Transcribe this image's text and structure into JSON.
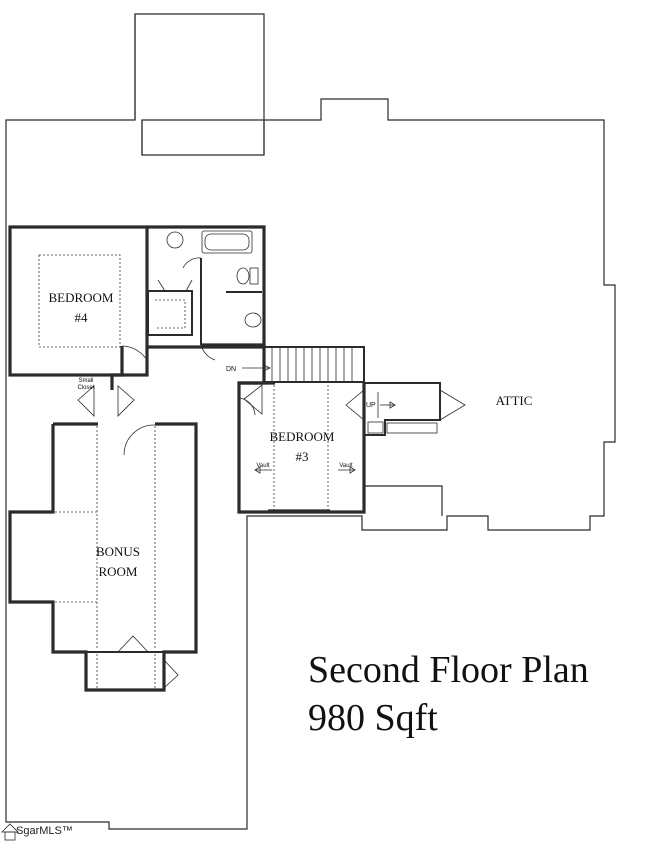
{
  "rooms": {
    "bedroom4": [
      "BEDROOM",
      "#4"
    ],
    "bedroom3": [
      "BEDROOM",
      "#3"
    ],
    "bonus": [
      "BONUS",
      "ROOM"
    ],
    "attic": "ATTIC"
  },
  "labels": {
    "dn": "DN",
    "up": "UP",
    "vault_left": "Vault",
    "vault_right": "Vault",
    "small_closet": [
      "Small",
      "Closet"
    ]
  },
  "title": {
    "line1": "Second Floor Plan",
    "line2": "980 Sqft"
  },
  "watermark": "SgarMLS™"
}
